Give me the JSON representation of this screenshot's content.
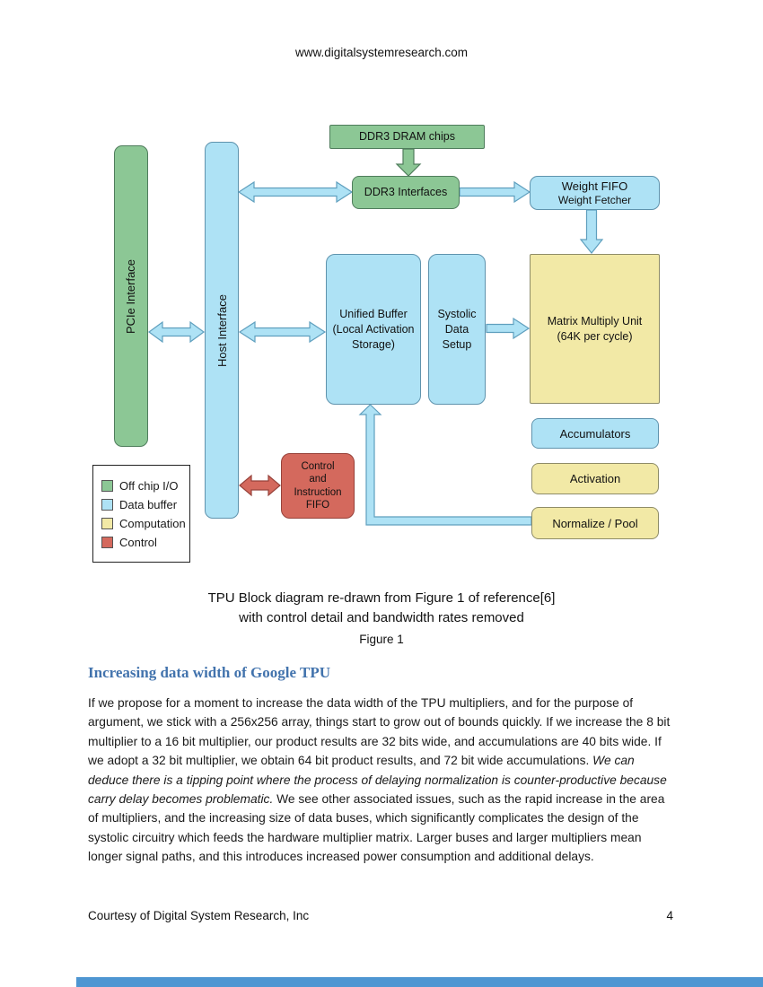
{
  "header": {
    "url": "www.digitalsystemresearch.com"
  },
  "diagram": {
    "blocks": {
      "pcie": "PCIe Interface",
      "host": "Host Interface",
      "ddr3_dram": "DDR3 DRAM chips",
      "ddr3_interfaces": "DDR3 Interfaces",
      "weight_fifo_title": "Weight FIFO",
      "weight_fifo_sub": "Weight Fetcher",
      "unified_buffer": "Unified Buffer\n(Local Activation\nStorage)",
      "systolic": "Systolic\nData\nSetup",
      "matrix": "Matrix Multiply Unit\n(64K per cycle)",
      "accumulators": "Accumulators",
      "activation": "Activation",
      "normalize_pool": "Normalize / Pool",
      "control_fifo": "Control\nand\nInstruction\nFIFO"
    },
    "colors": {
      "off_chip_io": "#8cc795",
      "data_buffer": "#aee2f5",
      "computation": "#f2e9a6",
      "control": "#d4695d"
    },
    "legend": {
      "items": [
        {
          "label": "Off chip I/O",
          "color": "#8cc795"
        },
        {
          "label": "Data buffer",
          "color": "#aee2f5"
        },
        {
          "label": "Computation",
          "color": "#f2e9a6"
        },
        {
          "label": "Control",
          "color": "#d4695d"
        }
      ]
    }
  },
  "caption": {
    "line1": "TPU Block diagram re-drawn from Figure 1 of reference[6]",
    "line2": "with control detail and bandwidth rates removed",
    "figure_label": "Figure 1"
  },
  "section": {
    "heading": "Increasing data width of Google TPU",
    "heading_color": "#4273ad",
    "paragraph": {
      "part1": "If we propose for a moment to increase the data width of the TPU multipliers, and for the purpose of argument, we stick with a 256x256 array, things start to grow out of bounds quickly.  If we increase the 8 bit multiplier to a 16 bit multiplier, our product results are 32 bits wide, and accumulations are 40 bits wide.  If we adopt a 32 bit multiplier, we obtain 64 bit product results, and 72 bit wide accumulations. ",
      "part2_italic": "We can deduce there is a tipping point where the process of delaying normalization is counter-productive because carry delay becomes problematic.",
      "part3": "  We see other associated issues, such as the rapid increase in the area of multipliers, and the increasing size of data buses, which significantly complicates the design of the systolic circuitry which feeds the hardware multiplier matrix.  Larger buses and larger multipliers mean longer signal paths, and this introduces increased power consumption and additional delays."
    }
  },
  "footer": {
    "left": "Courtesy of Digital System Research, Inc",
    "page_number": "4",
    "accent_bar_color": "#4e96d2"
  }
}
